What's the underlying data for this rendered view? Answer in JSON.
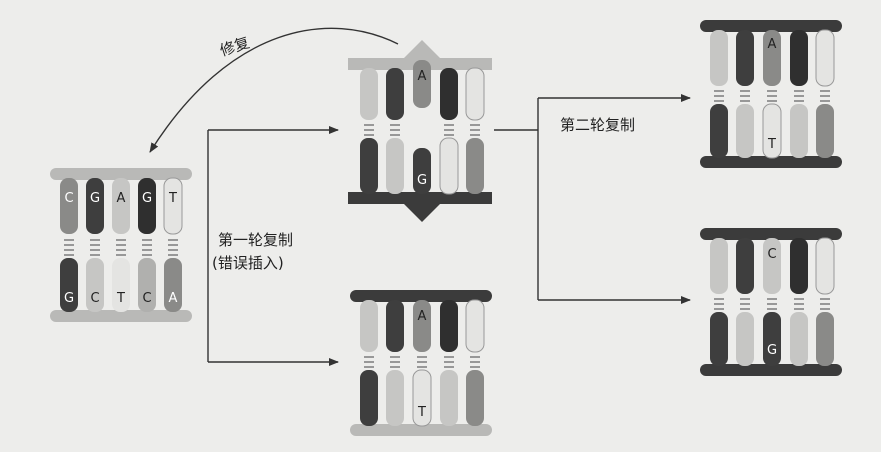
{
  "labels": {
    "repair": "修复",
    "round1_line1": "第一轮复制",
    "round1_line2": "(错误插入)",
    "round2": "第二轮复制"
  },
  "palette": {
    "background": "#ededeb",
    "rail_light": "#b9b9b7",
    "rail_dark": "#3b3b3b",
    "arrow": "#333333",
    "strand_colors": [
      "#8a8a88",
      "#3e3e3e",
      "#c6c6c4",
      "#2f2f2f",
      "#e4e4e2"
    ]
  },
  "molecules": {
    "original": {
      "top_bases": [
        "C",
        "G",
        "A",
        "G",
        "T"
      ],
      "bottom_bases": [
        "G",
        "C",
        "T",
        "C",
        "A"
      ]
    },
    "mismatch": {
      "top_bases": [
        "",
        "",
        "A",
        "",
        ""
      ],
      "bottom_bases": [
        "",
        "",
        "G",
        "",
        ""
      ]
    },
    "round1_bottom": {
      "top_bases": [
        "",
        "",
        "A",
        "",
        ""
      ],
      "bottom_bases": [
        "",
        "",
        "T",
        "",
        ""
      ]
    },
    "round2_top": {
      "top_bases": [
        "",
        "",
        "A",
        "",
        ""
      ],
      "bottom_bases": [
        "",
        "",
        "T",
        "",
        ""
      ]
    },
    "round2_bottom": {
      "top_bases": [
        "",
        "",
        "C",
        "",
        ""
      ],
      "bottom_bases": [
        "",
        "",
        "G",
        "",
        ""
      ]
    }
  }
}
